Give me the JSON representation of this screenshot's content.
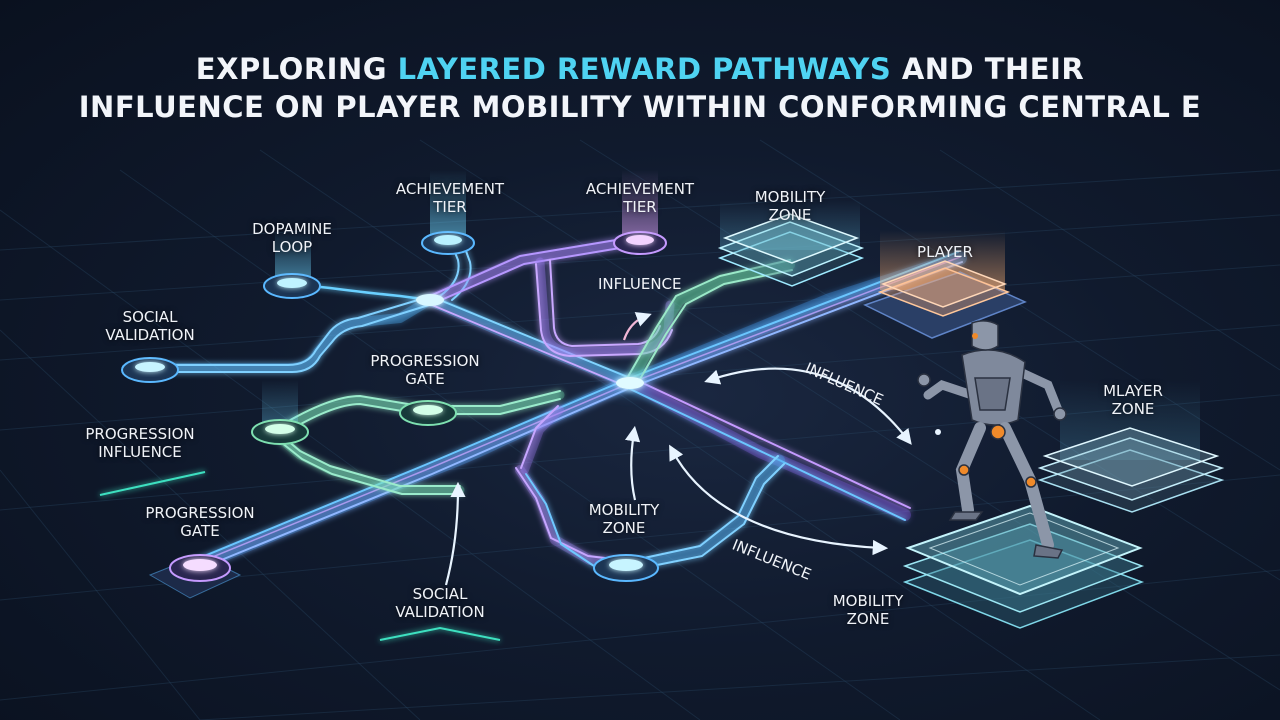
{
  "title": {
    "line1_pre": "EXPLORING ",
    "line1_accent": "LAYERED REWARD PATHWAYS",
    "line1_post": " AND THEIR",
    "line2": "INFLUENCE ON PLAYER MOBILITY WITHIN CONFORMING CENTRAL E"
  },
  "labels": {
    "dopamine_loop": [
      "DOPAMINE",
      "LOOP"
    ],
    "achievement_tier_1": [
      "ACHIEVEMENT",
      "TIER"
    ],
    "achievement_tier_2": [
      "ACHIEVEMENT",
      "TIER"
    ],
    "mobility_zone_top": [
      "MOBILITY",
      "ZONE"
    ],
    "player": [
      "PLAYER"
    ],
    "social_validation_left": [
      "SOCIAL",
      "VALIDATION"
    ],
    "progression_gate_center": [
      "PROGRESSION",
      "GATE"
    ],
    "progression_influence": [
      "PROGRESSION",
      "INFLUENCE"
    ],
    "progression_gate_bottom": [
      "PROGRESSION",
      "GATE"
    ],
    "social_validation_bottom": [
      "SOCIAL",
      "VALIDATION"
    ],
    "mobility_zone_center": [
      "MOBILITY",
      "ZONE"
    ],
    "mlayer_zone": [
      "MLAYER",
      "ZONE"
    ],
    "mobility_zone_bottom": [
      "MOBILITY",
      "ZONE"
    ]
  },
  "influence_labels": [
    "INFLUENCE",
    "INFLUENCE",
    "INFLUENCE"
  ],
  "colors": {
    "background": "#0d1526",
    "accent": "#4fd3f2",
    "path_blue": "#5ab8ff",
    "path_violet": "#9a7cf0",
    "path_green": "#7ee0b0",
    "node_glow": "#9fe8ff",
    "player_layer": "#f7a36a",
    "robot": "#8c96a8",
    "robot_joint": "#f08a2a"
  },
  "icons": [
    "arrow-icon",
    "robot-figure-icon"
  ]
}
